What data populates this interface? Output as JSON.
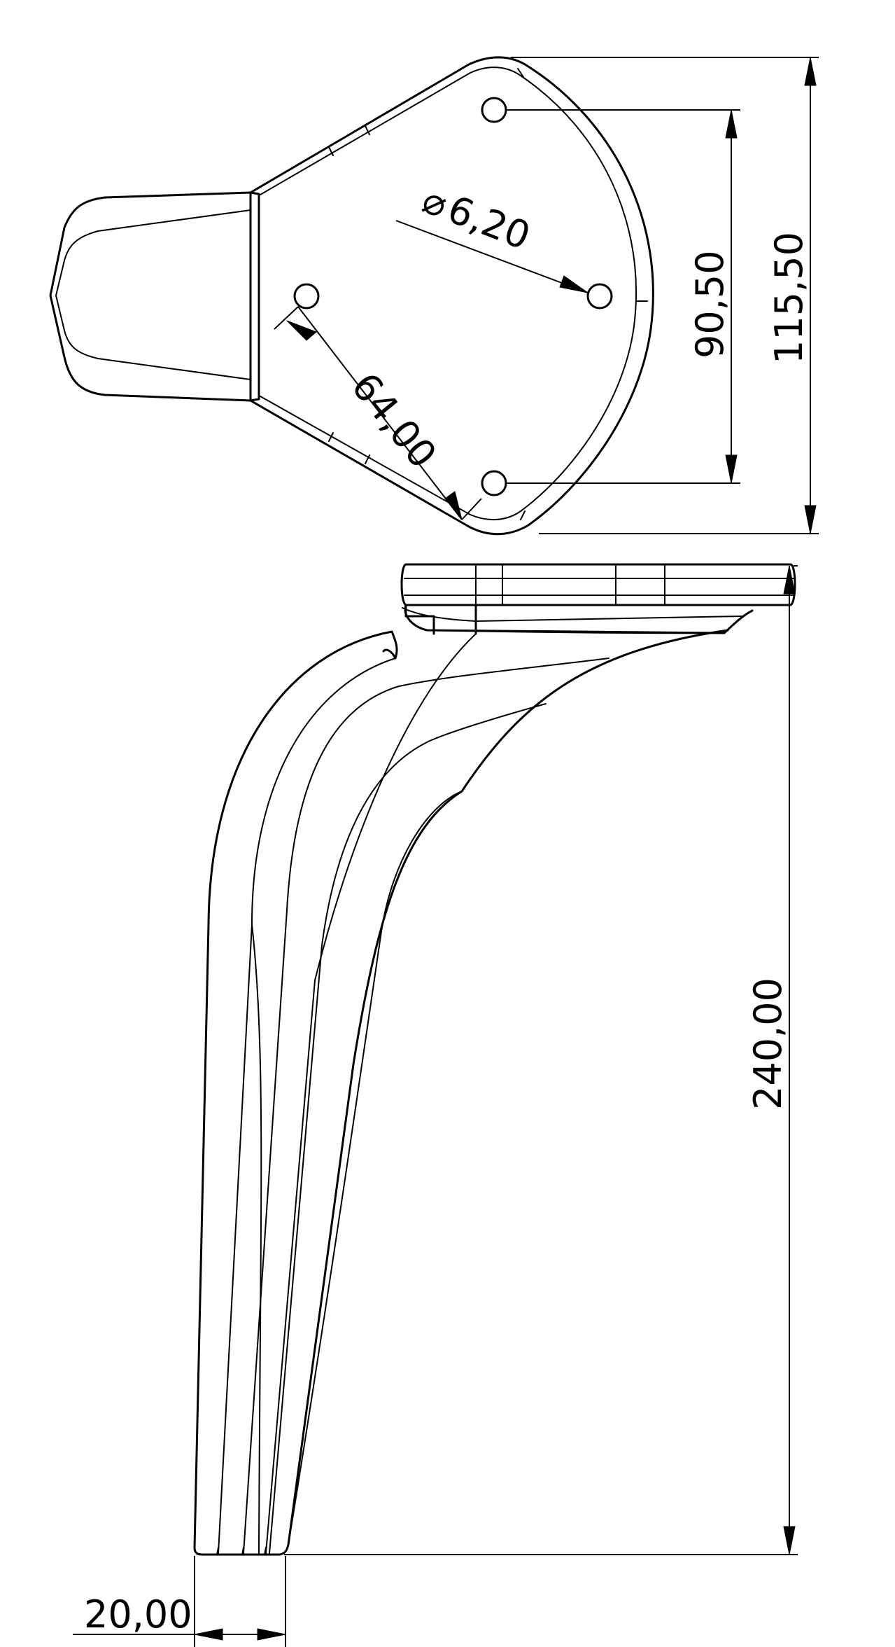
{
  "dimensions": {
    "hole_diameter": "6,20",
    "hole_diameter_symbol": "⌀",
    "hole_spacing_diagonal": "64,00",
    "hole_spacing_vertical": "90,50",
    "plate_height": "115,50",
    "leg_height": "240,00",
    "leg_foot_width": "20,00"
  }
}
